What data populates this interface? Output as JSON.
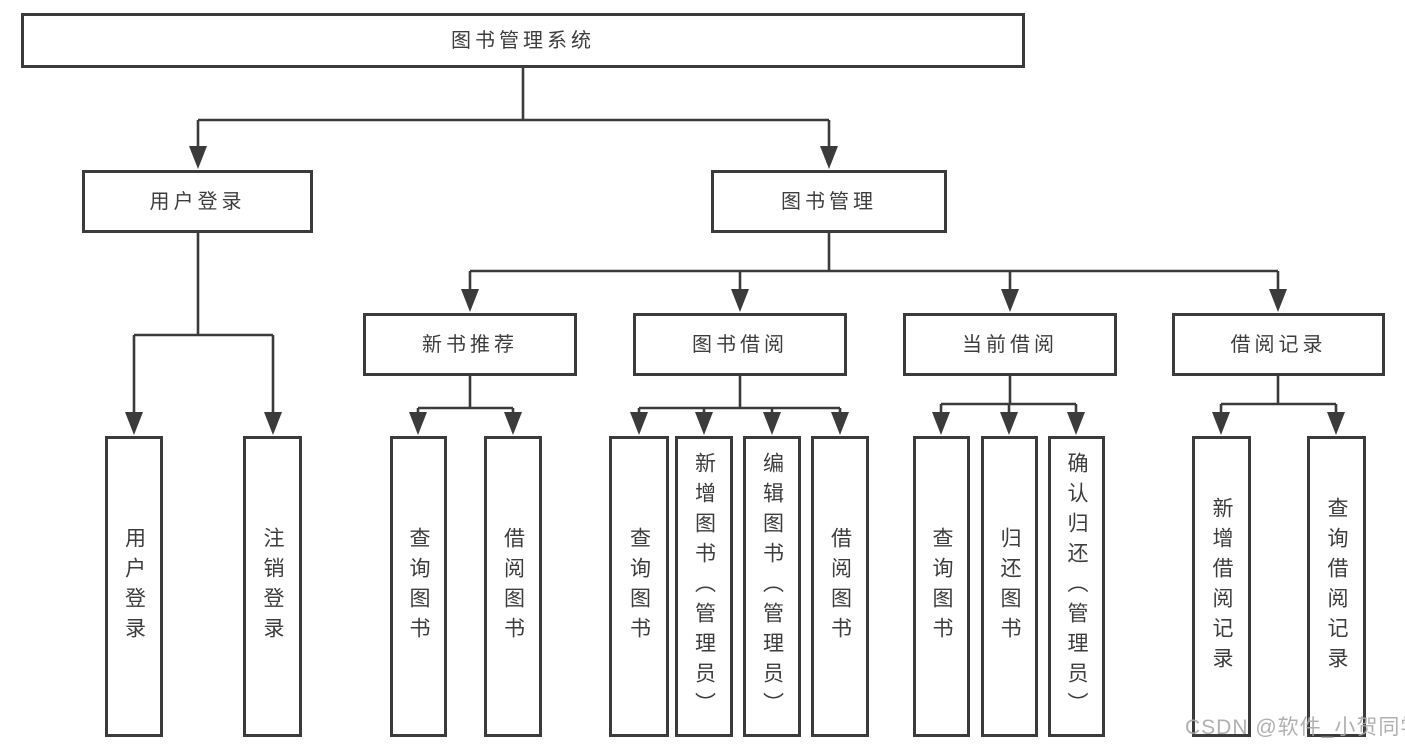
{
  "nodes": {
    "root": {
      "label": "图书管理系统"
    },
    "user_login": {
      "label": "用户登录"
    },
    "book_mgmt": {
      "label": "图书管理"
    },
    "new_book_rec": {
      "label": "新书推荐"
    },
    "book_borrow": {
      "label": "图书借阅"
    },
    "current_borrow": {
      "label": "当前借阅"
    },
    "borrow_records": {
      "label": "借阅记录"
    },
    "leaf_user_login": {
      "label": "用户登录"
    },
    "leaf_logout": {
      "label": "注销登录"
    },
    "leaf_rec_query": {
      "label": "查询图书"
    },
    "leaf_rec_borrow": {
      "label": "借阅图书"
    },
    "leaf_bb_query": {
      "label": "查询图书"
    },
    "leaf_bb_add": {
      "label": "新增图书（管理员）"
    },
    "leaf_bb_edit": {
      "label": "编辑图书（管理员）"
    },
    "leaf_bb_borrow": {
      "label": "借阅图书"
    },
    "leaf_cb_query": {
      "label": "查询图书"
    },
    "leaf_cb_return": {
      "label": "归还图书"
    },
    "leaf_cb_confirm": {
      "label": "确认归还（管理员）"
    },
    "leaf_br_add": {
      "label": "新增借阅记录"
    },
    "leaf_br_query": {
      "label": "查询借阅记录"
    }
  },
  "hierarchy": {
    "图书管理系统": {
      "用户登录": [
        "用户登录",
        "注销登录"
      ],
      "图书管理": {
        "新书推荐": [
          "查询图书",
          "借阅图书"
        ],
        "图书借阅": [
          "查询图书",
          "新增图书（管理员）",
          "编辑图书（管理员）",
          "借阅图书"
        ],
        "当前借阅": [
          "查询图书",
          "归还图书",
          "确认归还（管理员）"
        ],
        "借阅记录": [
          "新增借阅记录",
          "查询借阅记录"
        ]
      }
    }
  },
  "watermark": "CSDN @软件_小贺同学",
  "colors": {
    "line": "#3b3b3b",
    "text": "#3d3d3d",
    "background": "#ffffff",
    "watermark": "#a8a8a8"
  }
}
